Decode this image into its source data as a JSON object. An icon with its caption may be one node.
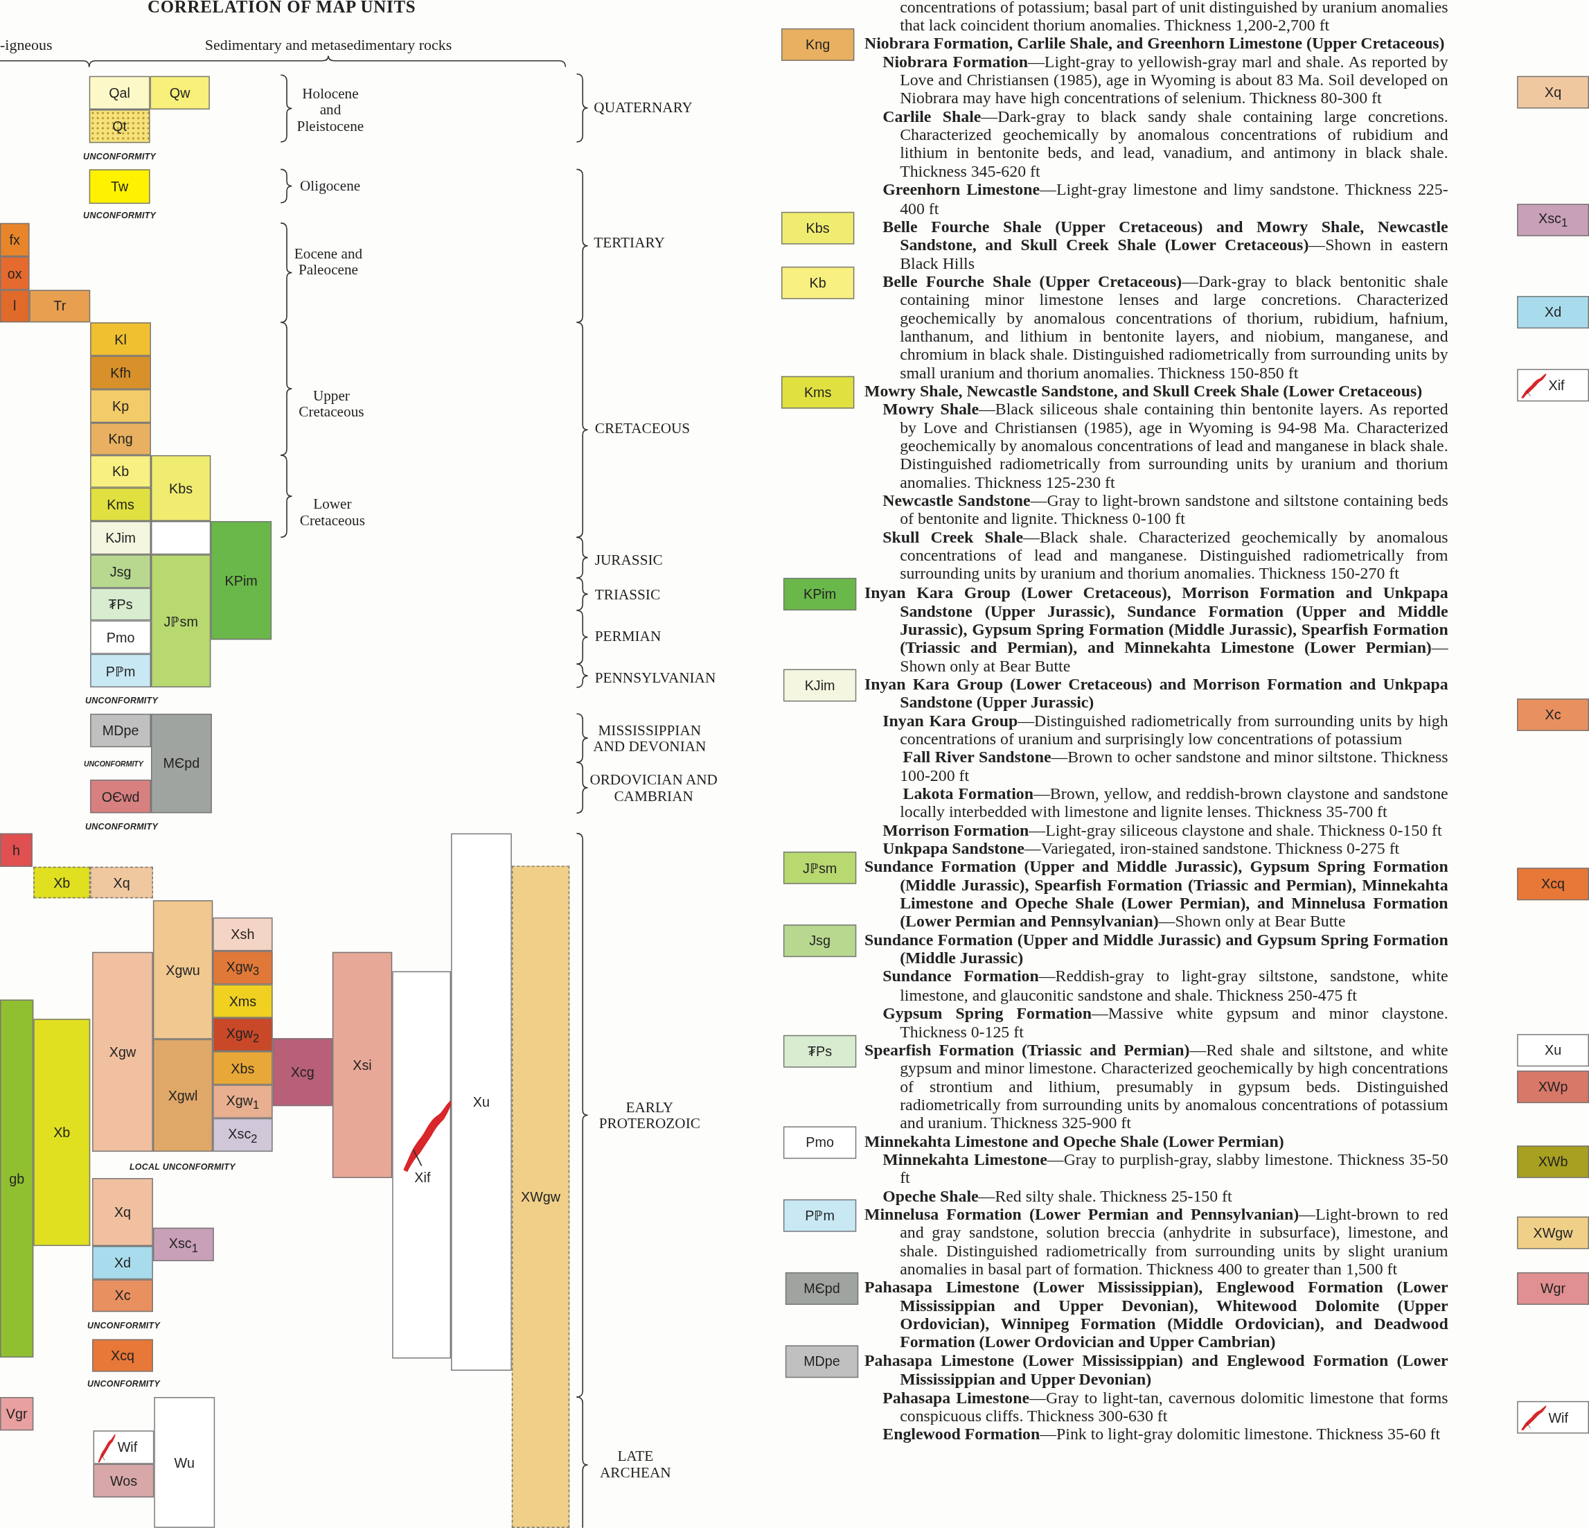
{
  "diagram": {
    "title": "CORRELATION OF MAP UNITS",
    "nodes": [
      {
        "text": [
          "Qal"
        ]
      },
      {
        "text": [
          "Qw"
        ]
      },
      {
        "text": [
          "Qt"
        ]
      },
      {
        "text": [
          "Tw"
        ]
      },
      {
        "text": [
          "fx"
        ]
      },
      {
        "text": [
          "ox"
        ]
      },
      {
        "text": [
          "l"
        ]
      },
      {
        "text": [
          "Tr"
        ]
      },
      {
        "text": [
          "Kl"
        ]
      },
      {
        "text": [
          "Kfh"
        ]
      },
      {
        "text": [
          "Kp"
        ]
      },
      {
        "text": [
          "Kng"
        ]
      },
      {
        "text": [
          "Kb"
        ]
      },
      {
        "text": [
          "Kbs"
        ]
      },
      {
        "text": [
          "Kms"
        ]
      },
      {
        "text": [
          "KJim"
        ]
      },
      {
        "text": [],
        "shape": "box"
      },
      {
        "text": [
          "KPim"
        ]
      },
      {
        "text": [
          "Jsg"
        ]
      },
      {
        "text": [
          "Jℙsm"
        ]
      },
      {
        "text": [
          "₮Ps"
        ]
      },
      {
        "text": [
          "Pmo"
        ]
      },
      {
        "text": [
          "Pℙm"
        ]
      },
      {
        "text": [
          "MDpe"
        ]
      },
      {
        "text": [
          "MЄpd"
        ]
      },
      {
        "text": [
          "OЄwd"
        ]
      },
      {
        "text": [
          "h"
        ]
      },
      {
        "text": [
          "Xb"
        ]
      },
      {
        "text": [
          "Xq"
        ]
      },
      {
        "text": [
          "Xgwu"
        ]
      },
      {
        "text": [
          "Xsh"
        ]
      },
      {
        "text": [
          "Xgw$_{3}$"
        ]
      },
      {
        "text": [
          "Xgw"
        ]
      },
      {
        "text": [
          "Xms"
        ]
      },
      {
        "text": [
          "Xgw$_{2}$"
        ]
      },
      {
        "text": [
          "Xcg"
        ]
      },
      {
        "text": [
          "Xsi"
        ]
      },
      {
        "text": [
          "Xbs"
        ]
      },
      {
        "text": [
          "Xgwl"
        ]
      },
      {
        "text": [
          "Xgw$_{1}$"
        ]
      },
      {
        "text": [
          "Xsc$_{2}$"
        ]
      },
      {
        "text": [
          "gb"
        ]
      },
      {
        "text": [
          "Xb"
        ]
      },
      {
        "text": [
          "Xif"
        ]
      },
      {
        "text": [
          "Xu"
        ]
      },
      {
        "text": [
          "XWgw"
        ]
      },
      {
        "text": [
          "Xq"
        ]
      },
      {
        "text": [
          "Xsc$_{1}$"
        ]
      },
      {
        "text": [
          "Xd"
        ]
      },
      {
        "text": [
          "Xc"
        ]
      },
      {
        "text": [
          "Xcq"
        ]
      },
      {
        "text": [
          "Vgr"
        ]
      },
      {
        "text": [
          "Wif"
        ]
      },
      {
        "text": [
          "Wos"
        ]
      },
      {
        "text": [
          "Wu"
        ]
      },
      {
        "text": [
          "Kng"
        ]
      },
      {
        "text": [
          "Kbs"
        ]
      },
      {
        "text": [
          "Kb"
        ]
      },
      {
        "text": [
          "Kms"
        ]
      },
      {
        "text": [
          "KPim"
        ]
      },
      {
        "text": [
          "KJim"
        ]
      },
      {
        "text": [
          "Jℙsm"
        ]
      },
      {
        "text": [
          "Jsg"
        ]
      },
      {
        "text": [
          "₮Ps"
        ]
      },
      {
        "text": [
          "Pmo"
        ]
      },
      {
        "text": [
          "Pℙm"
        ]
      },
      {
        "text": [
          "MЄpd"
        ]
      },
      {
        "text": [
          "MDpe"
        ]
      },
      {
        "text": [
          "Xq"
        ]
      },
      {
        "text": [
          "Xsc$_{1}$"
        ]
      },
      {
        "text": [
          "Xd"
        ]
      },
      {
        "text": [
          "Xif"
        ]
      },
      {
        "text": [
          "Xc"
        ]
      },
      {
        "text": [
          "Xcq"
        ]
      },
      {
        "text": [
          "Xu"
        ]
      },
      {
        "text": [
          "XWp"
        ]
      },
      {
        "text": [
          "XWb"
        ]
      },
      {
        "text": [
          "XWgw"
        ]
      },
      {
        "text": [
          "Wgr"
        ]
      },
      {
        "text": [
          "Wif"
        ]
      }
    ],
    "edges": [],
    "labels": [
      "-igneous",
      "Sedimentary and metasedimentary rocks",
      "Holocene and Pleistocene",
      "QUATERNARY",
      "UNCONFORMITY",
      "Oligocene",
      "UNCONFORMITY",
      "TERTIARY",
      "Eocene and Paleocene",
      "Upper Cretaceous",
      "CRETACEOUS",
      "Lower Cretaceous",
      "JURASSIC",
      "TRIASSIC",
      "PERMIAN",
      "PENNSYLVANIAN",
      "UNCONFORMITY",
      "MISSISSIPPIAN AND DEVONIAN",
      "UNCONFORMITY",
      "ORDOVICIAN AND CAMBRIAN",
      "UNCONFORMITY",
      "EARLY PROTEROZOIC",
      "LOCAL UNCONFORMITY",
      "UNCONFORMITY",
      "UNCONFORMITY",
      "LATE ARCHEAN",
      "concentrations of potassium; basal part of unit distinguished by uranium anomalies that lack coincident thorium anomalies. Thickness 1,200-2,700 ft",
      "Niobrara Formation, Carlile Shale, and Greenhorn Limestone (Upper Cretaceous)",
      "**Niobrara Formation**—Light-gray to yellowish-gray marl and shale. As reported by Love and Christiansen (1985), age in Wyoming is about 83 Ma. Soil developed on Niobrara may have high concentrations of selenium. Thickness 80-300 ft",
      "**Carlile Shale**—Dark-gray to black sandy shale containing large concretions. Characterized geochemically by anomalous concentrations of rubidium and lithium in bentonite beds, and lead, vanadium, and antimony in black shale. Thickness 345-620 ft",
      "**Greenhorn Limestone**—Light-gray limestone and limy sandstone. Thickness 225-400 ft",
      "**Belle Fourche Shale (Upper Cretaceous) and Mowry Shale, Newcastle Sandstone, and Skull Creek Shale (Lower Cretaceous)**—Shown in eastern Black Hills",
      "**Belle Fourche Shale (Upper Cretaceous)**—Dark-gray to black bentonitic shale containing minor limestone lenses and large concretions. Characterized geochemically by anomalous concentrations of thorium, rubidium, hafnium, lanthanum, and lithium in bentonite layers, and niobium, manganese, and chromium in black shale. Distinguished radiometrically from surrounding units by small uranium and thorium anomalies. Thickness 150-850 ft",
      "Mowry Shale, Newcastle Sandstone, and Skull Creek Shale (Lower Cretaceous)",
      "**Mowry Shale**—Black siliceous shale containing thin bentonite layers. As reported by Love and Christiansen (1985), age in Wyoming is 94-98 Ma. Characterized geochemically by anomalous concentrations of lead and manganese in black shale. Distinguished radiometrically from surrounding units by uranium and thorium anomalies. Thickness 125-230 ft",
      "**Newcastle Sandstone**—Gray to light-brown sandstone and siltstone containing beds of bentonite and lignite. Thickness 0-100 ft",
      "**Skull Creek Shale**—Black shale. Characterized geochemically by anomalous concentrations of lead and manganese. Distinguished radiometrically from surrounding units by uranium and thorium anomalies. Thickness 150-270 ft",
      "**Inyan Kara Group (Lower Cretaceous), Morrison Formation and Unkpapa Sandstone (Upper Jurassic), Sundance Formation (Upper and Middle Jurassic), Gypsum Spring Formation (Middle Jurassic), Spearfish Formation (Triassic and Permian), and Minnekahta Limestone (Lower Permian)**—Shown only at Bear Butte",
      "Inyan Kara Group (Lower Cretaceous) and Morrison Formation and Unkpapa Sandstone (Upper Jurassic)",
      "**Inyan Kara Group**—Distinguished radiometrically from surrounding units by high concentrations of uranium and surprisingly low concentrations of potassium",
      "**Fall River Sandstone**—Brown to ocher sandstone and minor siltstone. Thickness 100-200 ft",
      "**Lakota Formation**—Brown, yellow, and reddish-brown claystone and sandstone locally interbedded with limestone and lignite lenses. Thickness 35-700 ft",
      "**Morrison Formation**—Light-gray siliceous claystone and shale. Thickness 0-150 ft",
      "**Unkpapa Sandstone**—Variegated, iron-stained sandstone. Thickness 0-275 ft",
      "**Sundance Formation (Upper and Middle Jurassic), Gypsum Spring Formation (Middle Jurassic), Spearfish Formation (Triassic and Permian), Minnekahta Limestone and Opeche Shale (Lower Permian), and Minnelusa Formation (Lower Permian and Pennsylvanian)**—Shown only at Bear Butte",
      "Sundance Formation (Upper and Middle Jurassic) and Gypsum Spring Formation (Middle Jurassic)",
      "**Sundance Formation**—Reddish-gray to light-gray siltstone, sandstone, white limestone, and glauconitic sandstone and shale. Thickness 250-475 ft",
      "**Gypsum Spring Formation**—Massive white gypsum and minor claystone. Thickness 0-125 ft",
      "**Spearfish Formation (Triassic and Permian)**—Red shale and siltstone, and white gypsum and minor limestone. Characterized geochemically by high concentrations of strontium and lithium, presumably in gypsum beds. Distinguished radiometrically from surrounding units by anomalous concentrations of potassium and uranium. Thickness 325-900 ft",
      "Minnekahta Limestone and Opeche Shale (Lower Permian)",
      "**Minnekahta Limestone**—Gray to purplish-gray, slabby limestone. Thickness 35-50 ft",
      "**Opeche Shale**—Red silty shale. Thickness 25-150 ft",
      "**Minnelusa Formation (Lower Permian and Pennsylvanian)**—Light-brown to red and gray sandstone, solution breccia (anhydrite in subsurface), limestone, and shale. Distinguished radiometrically from surrounding units by slight uranium anomalies in basal part of formation. Thickness 400 to greater than 1,500 ft",
      "Pahasapa Limestone (Lower Mississippian), Englewood Formation (Lower Mississippian and Upper Devonian), Whitewood Dolomite (Upper Ordovician), Winnipeg Formation (Middle Ordovician), and Deadwood Formation (Lower Ordovician and Upper Cambrian)",
      "Pahasapa Limestone (Lower Mississippian) and Englewood Formation (Lower Mississippian and Upper Devonian)",
      "**Pahasapa Limestone**—Gray to light-tan, cavernous dolomitic limestone that forms conspicuous cliffs. Thickness 300-630 ft",
      "**Englewood Formation**—Pink to light-gray dolomitic limestone. Thickness 35-60 ft"
    ]
  }
}
